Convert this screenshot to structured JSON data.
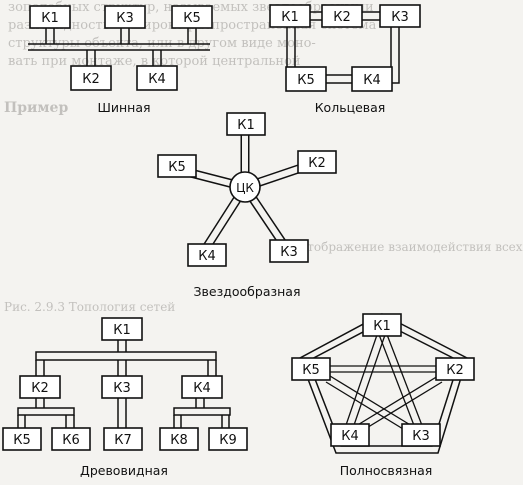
{
  "background_text": {
    "line1": "зоподобных структур, называемых звездообразными",
    "line2": "разновидность — широко распространенная система",
    "line3": "структуры объекта, или в другом виде моно-",
    "line4": "вать при монтаже, в которой центральной",
    "line5": "Пример",
    "line6": "отображение взаимодействия всех",
    "line7": "Рис. 2.9.3 Топология сетей"
  },
  "diagrams": {
    "bus": {
      "caption": "Шинная",
      "nodes": [
        "К1",
        "К3",
        "К5",
        "К2",
        "К4"
      ]
    },
    "ring": {
      "caption": "Кольцевая",
      "nodes": [
        "К1",
        "К2",
        "К3",
        "К5",
        "К4"
      ]
    },
    "star": {
      "caption": "Звездообразная",
      "hub": "ЦК",
      "nodes": [
        "К1",
        "К5",
        "К2",
        "К4",
        "К3"
      ]
    },
    "tree": {
      "caption": "Древовидная",
      "nodes": [
        "К1",
        "К2",
        "К3",
        "К4",
        "К5",
        "К6",
        "К7",
        "К8",
        "К9"
      ]
    },
    "mesh": {
      "caption": "Полносвязная",
      "nodes": [
        "К1",
        "К5",
        "К2",
        "К4",
        "К3"
      ]
    }
  }
}
